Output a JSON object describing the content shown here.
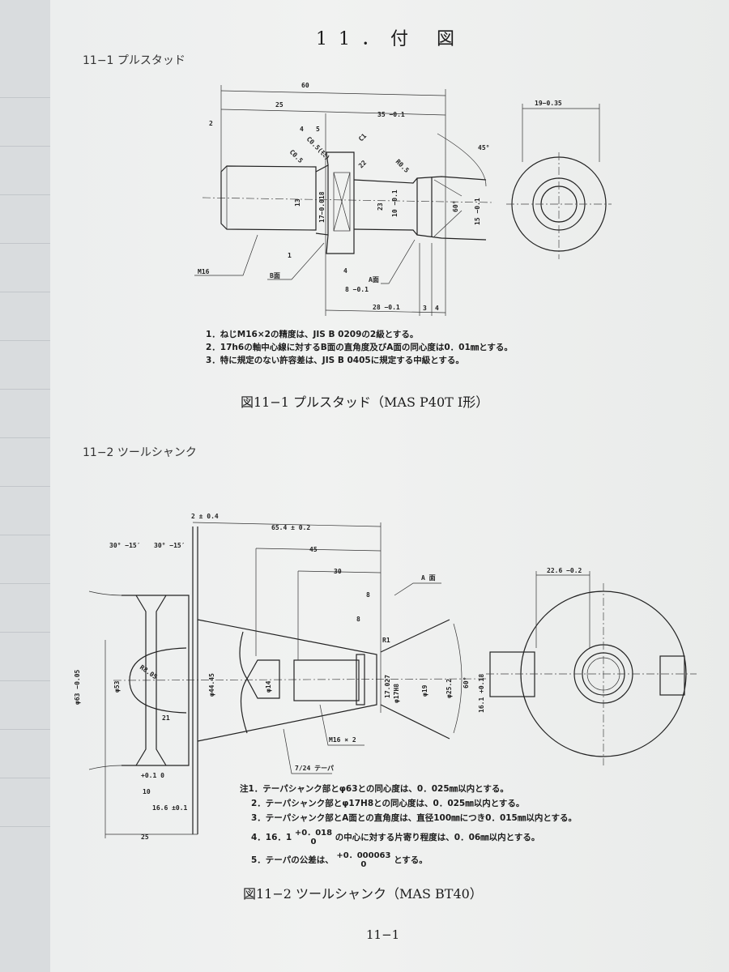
{
  "page_title": "11．付 図",
  "section1": {
    "heading": "11−1 プルスタッド",
    "dims": [
      "60",
      "25",
      "35 −0.1",
      "2",
      "4",
      "5",
      "C0.5",
      "C0.5(ﾓﾐ)",
      "C1",
      "22",
      "R0.5",
      "45°",
      "13",
      "17−0.018",
      "23",
      "10 −0.1",
      "60°",
      "15 −0.1",
      "M16",
      "B面",
      "1",
      "4",
      "8 −0.1",
      "A面",
      "28 −0.1",
      "3",
      "4",
      "19−0.35"
    ],
    "notes": [
      "1．ねじM16×2の精度は、JIS B 0209の2級とする。",
      "2．17h6の軸中心線に対するB面の直角度及びA面の同心度は0．01㎜とする。",
      "3．特に規定のない許容差は、JIS B 0405に規定する中級とする。"
    ],
    "caption": "図11−1 プルスタッド（MAS P40T I形）"
  },
  "section2": {
    "heading": "11−2 ツールシャンク",
    "dims": [
      "2 ± 0.4",
      "65.4 ± 0.2",
      "45",
      "30",
      "A 面",
      "8",
      "8",
      "R1",
      "30° −15′",
      "30° −15′",
      "φ63 −0.05",
      "φ53",
      "R8.05",
      "φ44.45",
      "φ14",
      "17.027",
      "φ17H8",
      "φ19",
      "φ25.2",
      "60°",
      "16.1 +0.18",
      "21",
      "+0.1 0",
      "10",
      "16.6 ±0.1",
      "25",
      "M16 × 2",
      "7/24 テーパ",
      "22.6 −0.2"
    ],
    "notes": {
      "n1": "注1．テーパシャンク部とφ63との同心度は、0．025㎜以内とする。",
      "n2": "2．テーパシャンク部とφ17H8との同心度は、0．025㎜以内とする。",
      "n3": "3．テーパシャンク部とA面との直角度は、直径100㎜につき0．015㎜以内とする。",
      "n4_pre": "4．16．1",
      "n4_tol_upper": "+0．018",
      "n4_tol_lower": "0",
      "n4_post": "の中心に対する片寄り程度は、0．06㎜以内とする。",
      "n5_pre": "5．テーパの公差は、",
      "n5_tol_upper": "+0．000063",
      "n5_tol_lower": "0",
      "n5_post": "とする。"
    },
    "caption": "図11−2 ツールシャンク（MAS BT40）"
  },
  "page_number": "11−1"
}
